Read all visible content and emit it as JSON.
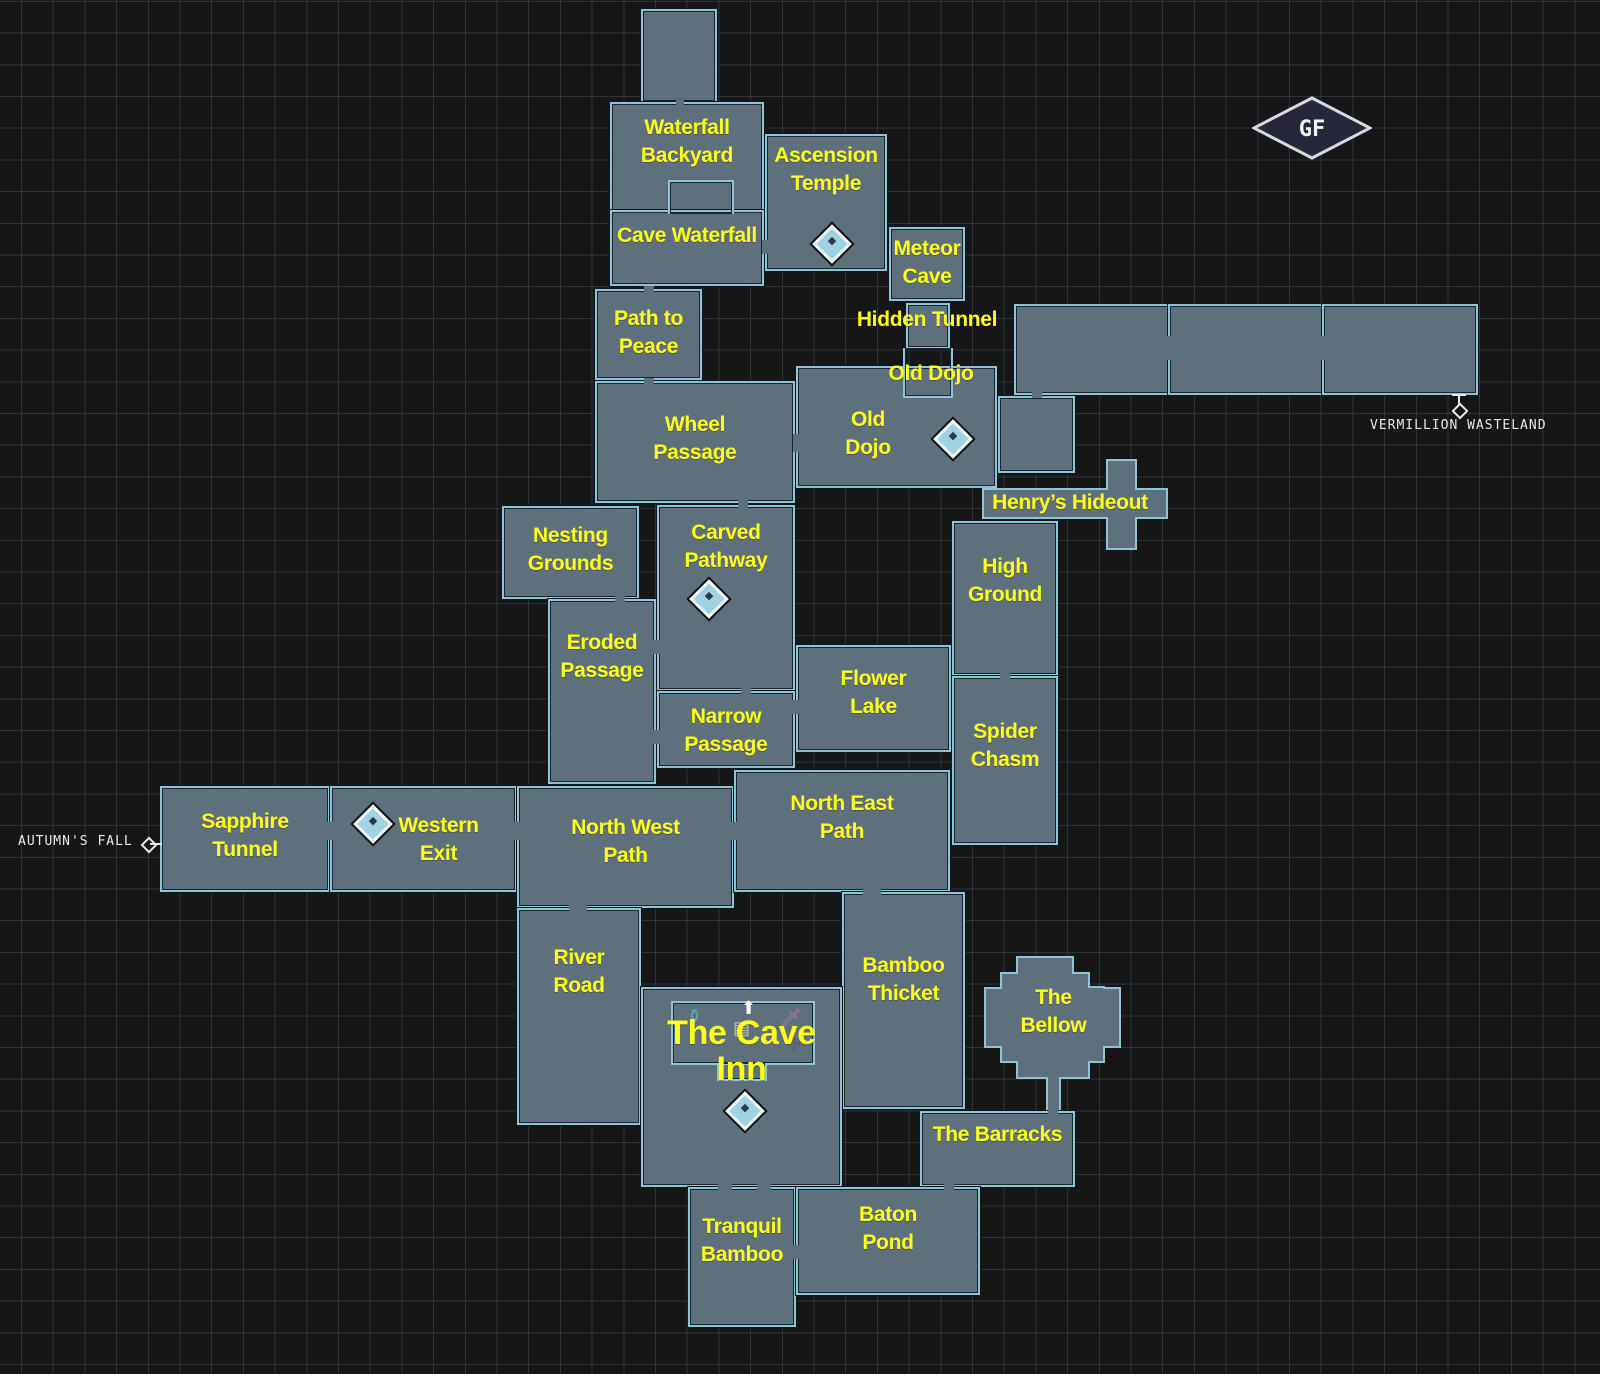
{
  "map": {
    "floor_badge": "GF",
    "colors": {
      "background": "#161616",
      "room_fill": "#5e707c",
      "room_border": "#8fc3d6",
      "label": "#ffff1a",
      "exit_text": "#e8e8e8"
    },
    "rooms": {
      "unnamed_top": "",
      "waterfall_backyard": "Waterfall\nBackyard",
      "ascension_temple": "Ascension\nTemple",
      "cave_waterfall": "Cave Waterfall",
      "meteor_cave": "Meteor\nCave",
      "hidden_tunnel": "Hidden Tunnel",
      "path_to_peace": "Path to\nPeace",
      "old_dojo_small": "Old Dojo",
      "old_dojo": "Old\nDojo",
      "wheel_passage": "Wheel\nPassage",
      "henrys_hideout": "Henry’s Hideout",
      "nesting_grounds": "Nesting\nGrounds",
      "carved_pathway": "Carved\nPathway",
      "high_ground": "High\nGround",
      "eroded_passage": "Eroded\nPassage",
      "flower_lake": "Flower\nLake",
      "narrow_passage": "Narrow\nPassage",
      "spider_chasm": "Spider\nChasm",
      "sapphire_tunnel": "Sapphire\nTunnel",
      "western_exit": "Western\nExit",
      "north_west_path": "North West\nPath",
      "north_east_path": "North East\nPath",
      "river_road": "River\nRoad",
      "bamboo_thicket": "Bamboo\nThicket",
      "the_bellow": "The\nBellow",
      "the_cave_inn": "The Cave Inn",
      "the_barracks": "The Barracks",
      "tranquil_bamboo": "Tranquil\nBamboo",
      "baton_pond": "Baton\nPond"
    },
    "exits": {
      "east": "VERMILLION WASTELAND",
      "west": "AUTUMN'S FALL"
    },
    "shop_icons": [
      "potion-icon",
      "scroll-icon",
      "sword-icon",
      "upgrade-arrow-icon",
      "armor-icon"
    ],
    "waypoints": [
      "ascension-temple",
      "old-dojo",
      "carved-pathway",
      "western-exit",
      "cave-inn"
    ]
  }
}
